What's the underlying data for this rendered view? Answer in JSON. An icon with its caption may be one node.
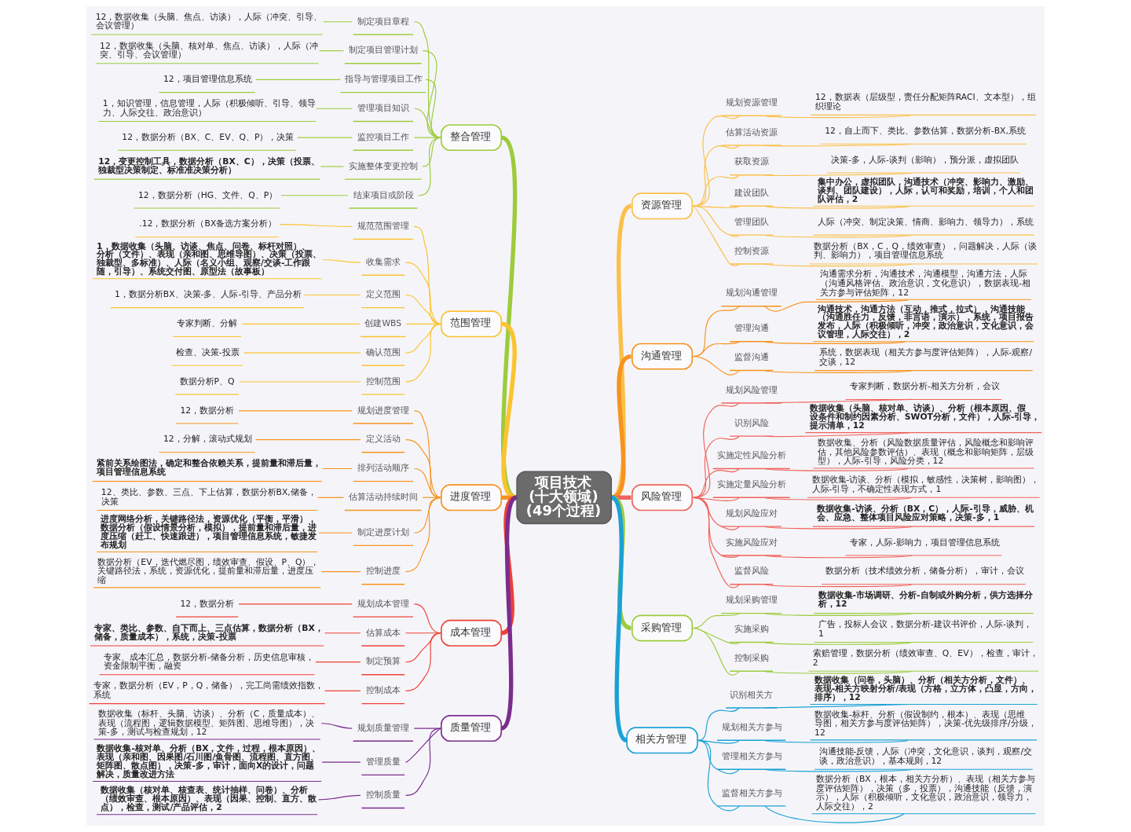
{
  "diagram": {
    "nodes": [
      {
        "text": [
          "项目技术(十大领域)(49个过程)"
        ]
      },
      {
        "text": [
          "整合管理"
        ]
      },
      {
        "text": [
          "制定项目章程"
        ]
      },
      {
        "text": [
          "12，数据收集（头脑、焦点、访谈），人际（冲突、引导、会议管理）"
        ]
      },
      {
        "text": [
          "制定项目管理计划"
        ]
      },
      {
        "text": [
          "12，数据收集（头脑、核对单、焦点、访谈），人际（冲突、引导、会议管理）"
        ]
      },
      {
        "text": [
          "指导与管理项目工作"
        ]
      },
      {
        "text": [
          "12，项目管理信息系统"
        ]
      },
      {
        "text": [
          "管理项目知识"
        ]
      },
      {
        "text": [
          "1，知识管理，信息管理，人际（积极倾听、引导、领导力、人际交往、政治意识）"
        ]
      },
      {
        "text": [
          "监控项目工作"
        ]
      },
      {
        "text": [
          "12，数据分析（BX、C、EV、Q、P），决策"
        ]
      },
      {
        "text": [
          "实施整体变更控制"
        ]
      },
      {
        "text": [
          "12，变更控制工具，数据分析（BX、C），决策（投票、独裁型决策制定、标准准决策分析）"
        ]
      },
      {
        "text": [
          "结束项目或阶段"
        ]
      },
      {
        "text": [
          "12，数据分析（HG、文件、Q、P）"
        ]
      },
      {
        "text": [
          "范围管理"
        ]
      },
      {
        "text": [
          "规范范围管理"
        ]
      },
      {
        "text": [
          ".12，数据分析（BX备选方案分析）"
        ]
      },
      {
        "text": [
          "收集需求"
        ]
      },
      {
        "text": [
          "1，数据收集（头脑、访谈、焦点、问卷、标杆对照）、分析（文件）、表现（亲和图、思维导图）、决策（投票、独裁型、多标准）、人际（名义小组、观察/交谈-工作跟随，引导）、系统交付图、原型法（故事板）"
        ]
      },
      {
        "text": [
          "定义范围"
        ]
      },
      {
        "text": [
          "1，数据分析BX、决策-多、人际-引导、产品分析"
        ]
      },
      {
        "text": [
          "创建WBS"
        ]
      },
      {
        "text": [
          "专家判断、分解"
        ]
      },
      {
        "text": [
          "确认范围"
        ]
      },
      {
        "text": [
          "检查、决策-投票"
        ]
      },
      {
        "text": [
          "控制范围"
        ]
      },
      {
        "text": [
          "数据分析P、Q"
        ]
      },
      {
        "text": [
          "进度管理"
        ]
      },
      {
        "text": [
          "规划进度管理"
        ]
      },
      {
        "text": [
          "12，数据分析"
        ]
      },
      {
        "text": [
          "定义活动"
        ]
      },
      {
        "text": [
          "12，分解，滚动式规划"
        ]
      },
      {
        "text": [
          "排列活动顺序"
        ]
      },
      {
        "text": [
          "紧前关系绘图法，确定和整合依赖关系，提前量和滞后量，项目管理信息系统"
        ]
      },
      {
        "text": [
          "估算活动持续时间"
        ]
      },
      {
        "text": [
          "12、类比、参数、三点、下上估算，数据分析BX,储备，决策"
        ]
      },
      {
        "text": [
          "制定进度计划"
        ]
      },
      {
        "text": [
          "进度网络分析，关键路径法，资源优化（平衡，平滑），数据分析（假设情景分析，模拟），提前量和滞后量，进度压缩（赶工、快速跟进），项目管理信息系统，敏捷发布规划"
        ]
      },
      {
        "text": [
          "控制进度"
        ]
      },
      {
        "text": [
          "数据分析（EV，迭代燃尽图，绩效审查、假设、P、Q），关键路径法，系统，资源优化，提前量和滞后量，进度压缩"
        ]
      },
      {
        "text": [
          "成本管理"
        ]
      },
      {
        "text": [
          "规划成本管理"
        ]
      },
      {
        "text": [
          "12，数据分析"
        ]
      },
      {
        "text": [
          "估算成本"
        ]
      },
      {
        "text": [
          "专家、类比、参数、自下而上、三点估算，数据分析（BX，储备，质量成本），系统，决策-投票"
        ]
      },
      {
        "text": [
          "制定预算"
        ]
      },
      {
        "text": [
          "专家、成本汇总，数据分析-储备分析，历史信息审核，资金限制平衡，融资"
        ]
      },
      {
        "text": [
          "控制成本"
        ]
      },
      {
        "text": [
          "专家，数据分析（EV，P，Q，储备），完工尚需绩效指数，系统"
        ]
      },
      {
        "text": [
          "质量管理"
        ]
      },
      {
        "text": [
          "规划质量管理"
        ]
      },
      {
        "text": [
          "数据收集（标杆、头脑、访谈）、分析（C，质量成本）、表现（流程图，逻辑数据模型、矩阵图、思维导图），决策-多，测试与检查规划，12"
        ]
      },
      {
        "text": [
          "管理质量"
        ]
      },
      {
        "text": [
          "数据收集-核对单、分析（BX，文件，过程，根本原因）、表现（亲和图、因果图/石川图/鱼骨图、流程图、直方图、矩阵图、散点图），决策-多，审计，面向X的设计，问题解决，质量改进方法"
        ]
      },
      {
        "text": [
          "控制质量"
        ]
      },
      {
        "text": [
          "数据收集（核对单、核查表、统计抽样、问卷）、分析（绩效审查、根本原因）、表现（因果、控制、直方、散点），检查，测试/产品评估，2"
        ]
      },
      {
        "text": [
          "资源管理"
        ]
      },
      {
        "text": [
          "规划资源管理"
        ]
      },
      {
        "text": [
          "12，数据表（层级型，责任分配矩阵RACI、文本型），组织理论"
        ]
      },
      {
        "text": [
          "估算活动资源"
        ]
      },
      {
        "text": [
          "12，自上而下、类比、参数估算，数据分析-BX,系统"
        ]
      },
      {
        "text": [
          "获取资源"
        ]
      },
      {
        "text": [
          "决策-多，人际-谈判（影响），预分派，虚拟团队"
        ]
      },
      {
        "text": [
          "建设团队"
        ]
      },
      {
        "text": [
          "集中办公，虚拟团队，沟通技术（冲突、影响力、激励、谈判、团队建设），人际，认可和奖励，培训，个人和团队评估，2"
        ]
      },
      {
        "text": [
          "管理团队"
        ]
      },
      {
        "text": [
          "人际（冲突、制定决策、情商、影响力、领导力），系统"
        ]
      },
      {
        "text": [
          "控制资源"
        ]
      },
      {
        "text": [
          "数据分析（BX，C，Q，绩效审查），问题解决，人际（谈判、影响力），项目管理信息系统"
        ]
      },
      {
        "text": [
          "沟通管理"
        ]
      },
      {
        "text": [
          "规划沟通管理"
        ]
      },
      {
        "text": [
          "沟通需求分析，沟通技术，沟通模型，沟通方法，人际（沟通风格评估、政治意识，文化意识），数据表现-相关方参与评估矩阵，12"
        ]
      },
      {
        "text": [
          "管理沟通"
        ]
      },
      {
        "text": [
          "沟通技术，沟通方法（互动，推式，拉式），沟通技能（沟通胜任力，反馈，非言语，演示），系统，项目报告发布，人际（积极倾听，冲突，政治意识，文化意识，会议管理，人际交往），2"
        ]
      },
      {
        "text": [
          "监督沟通"
        ]
      },
      {
        "text": [
          "系统，数据表现（相关方参与度评估矩阵），人际-观察/交谈，12"
        ]
      },
      {
        "text": [
          "风险管理"
        ]
      },
      {
        "text": [
          "规划风险管理"
        ]
      },
      {
        "text": [
          "专家判断，数据分析-相关方分析，会议"
        ]
      },
      {
        "text": [
          "识别风险"
        ]
      },
      {
        "text": [
          "数据收集（头脑、核对单、访谈）、分析（根本原因、假设条件和制约因素分析、SWOT分析，文件），人际-引导，提示清单，12"
        ]
      },
      {
        "text": [
          "实施定性风险分析"
        ]
      },
      {
        "text": [
          "数据收集、分析（风险数据质量评估，风险概念和影响评估，其他风险参数评估）、表现（概念和影响矩阵，层级型），人际-引导，风险分类，12"
        ]
      },
      {
        "text": [
          "实施定量风险分析"
        ]
      },
      {
        "text": [
          "数据收集-访谈、分析（模拟，敏感性，决策树，影响图），人际-引导，不确定性表现方式，1"
        ]
      },
      {
        "text": [
          "规划风险应对"
        ]
      },
      {
        "text": [
          "数据收集-访谈、分析（BX，C），人际-引导，威胁、机会、应急、整体项目风险应对策略，决策-多，1"
        ]
      },
      {
        "text": [
          "实施风险应对"
        ]
      },
      {
        "text": [
          "专家，人际-影响力，项目管理信息系统"
        ]
      },
      {
        "text": [
          "监督风险"
        ]
      },
      {
        "text": [
          "数据分析（技术绩效分析，储备分析），审计，会议"
        ]
      },
      {
        "text": [
          "采购管理"
        ]
      },
      {
        "text": [
          "规划采购管理"
        ]
      },
      {
        "text": [
          "数据收集-市场调研、分析-自制或外购分析，供方选择分析，12"
        ]
      },
      {
        "text": [
          "实施采购"
        ]
      },
      {
        "text": [
          "广告，投标人会议，数据分析-建议书评价，人际-谈判，1"
        ]
      },
      {
        "text": [
          "控制采购"
        ]
      },
      {
        "text": [
          "索赔管理，数据分析（绩效审查、Q、EV），检查，审计，2"
        ]
      },
      {
        "text": [
          "相关方管理"
        ]
      },
      {
        "text": [
          "识别相关方"
        ]
      },
      {
        "text": [
          "数据收集（问卷，头脑）、分析（相关方分析，文件）、表现-相关方映射分析/表现（方格，立方体，凸显，方向，排序），12"
        ]
      },
      {
        "text": [
          "规划相关方参与"
        ]
      },
      {
        "text": [
          "数据收集-标杆、分析（假设制约，根本）、表现（思维导图，相关方参与度评估矩阵），决策-优先级排序/分级，12"
        ]
      },
      {
        "text": [
          "管理相关方参与"
        ]
      },
      {
        "text": [
          "沟通技能-反馈，人际（冲突，文化意识，谈判，观察/交谈，政治意识），基本规则，12"
        ]
      },
      {
        "text": [
          "监督相关方参与"
        ]
      },
      {
        "text": [
          "数据分析（BX，根本，相关方分析）、表现（相关方参与度评估矩阵），决策（多，投票），沟通技能（反馈，演示），人际（积极倾听，文化意识，政治意识，领导力，人际交往），2"
        ]
      }
    ],
    "edges": [
      {
        "from": 0,
        "to": 1,
        "arrow": "none",
        "style": "thick",
        "color": "#9ccc3c"
      },
      {
        "from": 1,
        "to": 2,
        "arrow": "none",
        "color": "#9ccc3c"
      },
      {
        "from": 2,
        "to": 3,
        "arrow": "none",
        "color": "#9ccc3c"
      },
      {
        "from": 1,
        "to": 4,
        "arrow": "none",
        "color": "#9ccc3c"
      },
      {
        "from": 4,
        "to": 5,
        "arrow": "none",
        "color": "#9ccc3c"
      },
      {
        "from": 1,
        "to": 6,
        "arrow": "none",
        "color": "#9ccc3c"
      },
      {
        "from": 6,
        "to": 7,
        "arrow": "none",
        "color": "#9ccc3c"
      },
      {
        "from": 1,
        "to": 8,
        "arrow": "none",
        "color": "#9ccc3c"
      },
      {
        "from": 8,
        "to": 9,
        "arrow": "none",
        "color": "#9ccc3c"
      },
      {
        "from": 1,
        "to": 10,
        "arrow": "none",
        "color": "#9ccc3c"
      },
      {
        "from": 10,
        "to": 11,
        "arrow": "none",
        "color": "#9ccc3c"
      },
      {
        "from": 1,
        "to": 12,
        "arrow": "none",
        "color": "#9ccc3c"
      },
      {
        "from": 12,
        "to": 13,
        "arrow": "none",
        "color": "#9ccc3c"
      },
      {
        "from": 1,
        "to": 14,
        "arrow": "none",
        "color": "#9ccc3c"
      },
      {
        "from": 14,
        "to": 15,
        "arrow": "none",
        "color": "#9ccc3c"
      },
      {
        "from": 0,
        "to": 16,
        "arrow": "none",
        "style": "thick",
        "color": "#fcc330"
      },
      {
        "from": 16,
        "to": 17,
        "arrow": "none",
        "color": "#fcc330"
      },
      {
        "from": 17,
        "to": 18,
        "arrow": "none",
        "color": "#fcc330"
      },
      {
        "from": 16,
        "to": 19,
        "arrow": "none",
        "color": "#fcc330"
      },
      {
        "from": 19,
        "to": 20,
        "arrow": "none",
        "color": "#fcc330"
      },
      {
        "from": 16,
        "to": 21,
        "arrow": "none",
        "color": "#fcc330"
      },
      {
        "from": 21,
        "to": 22,
        "arrow": "none",
        "color": "#fcc330"
      },
      {
        "from": 16,
        "to": 23,
        "arrow": "none",
        "color": "#fcc330"
      },
      {
        "from": 23,
        "to": 24,
        "arrow": "none",
        "color": "#fcc330"
      },
      {
        "from": 16,
        "to": 25,
        "arrow": "none",
        "color": "#fcc330"
      },
      {
        "from": 25,
        "to": 26,
        "arrow": "none",
        "color": "#fcc330"
      },
      {
        "from": 16,
        "to": 27,
        "arrow": "none",
        "color": "#fcc330"
      },
      {
        "from": 27,
        "to": 28,
        "arrow": "none",
        "color": "#fcc330"
      },
      {
        "from": 0,
        "to": 29,
        "arrow": "none",
        "style": "thick",
        "color": "#f7931e"
      },
      {
        "from": 29,
        "to": 30,
        "arrow": "none",
        "color": "#f7931e"
      },
      {
        "from": 30,
        "to": 31,
        "arrow": "none",
        "color": "#f7931e"
      },
      {
        "from": 29,
        "to": 32,
        "arrow": "none",
        "color": "#f7931e"
      },
      {
        "from": 32,
        "to": 33,
        "arrow": "none",
        "color": "#f7931e"
      },
      {
        "from": 29,
        "to": 34,
        "arrow": "none",
        "color": "#f7931e"
      },
      {
        "from": 34,
        "to": 35,
        "arrow": "none",
        "color": "#f7931e"
      },
      {
        "from": 29,
        "to": 36,
        "arrow": "none",
        "color": "#f7931e"
      },
      {
        "from": 36,
        "to": 37,
        "arrow": "none",
        "color": "#f7931e"
      },
      {
        "from": 29,
        "to": 38,
        "arrow": "none",
        "color": "#f7931e"
      },
      {
        "from": 38,
        "to": 39,
        "arrow": "none",
        "color": "#f7931e"
      },
      {
        "from": 29,
        "to": 40,
        "arrow": "none",
        "color": "#f7931e"
      },
      {
        "from": 40,
        "to": 41,
        "arrow": "none",
        "color": "#f7931e"
      },
      {
        "from": 0,
        "to": 42,
        "arrow": "none",
        "style": "thick",
        "color": "#ef4136"
      },
      {
        "from": 42,
        "to": 43,
        "arrow": "none",
        "color": "#ef4136"
      },
      {
        "from": 43,
        "to": 44,
        "arrow": "none",
        "color": "#ef4136"
      },
      {
        "from": 42,
        "to": 45,
        "arrow": "none",
        "color": "#ef4136"
      },
      {
        "from": 45,
        "to": 46,
        "arrow": "none",
        "color": "#ef4136"
      },
      {
        "from": 42,
        "to": 47,
        "arrow": "none",
        "color": "#ef4136"
      },
      {
        "from": 47,
        "to": 48,
        "arrow": "none",
        "color": "#ef4136"
      },
      {
        "from": 42,
        "to": 49,
        "arrow": "none",
        "color": "#ef4136"
      },
      {
        "from": 49,
        "to": 50,
        "arrow": "none",
        "color": "#ef4136"
      },
      {
        "from": 0,
        "to": 51,
        "arrow": "none",
        "style": "thick",
        "color": "#7b2c8e"
      },
      {
        "from": 51,
        "to": 52,
        "arrow": "none",
        "color": "#7b2c8e"
      },
      {
        "from": 52,
        "to": 53,
        "arrow": "none",
        "color": "#7b2c8e"
      },
      {
        "from": 51,
        "to": 54,
        "arrow": "none",
        "color": "#7b2c8e"
      },
      {
        "from": 54,
        "to": 55,
        "arrow": "none",
        "color": "#7b2c8e"
      },
      {
        "from": 51,
        "to": 56,
        "arrow": "none",
        "color": "#7b2c8e"
      },
      {
        "from": 56,
        "to": 57,
        "arrow": "none",
        "color": "#7b2c8e"
      },
      {
        "from": 0,
        "to": 58,
        "arrow": "none",
        "style": "thick",
        "color": "#fbbf4a"
      },
      {
        "from": 58,
        "to": 59,
        "arrow": "none",
        "color": "#fbbf4a"
      },
      {
        "from": 59,
        "to": 60,
        "arrow": "none",
        "color": "#fbbf4a"
      },
      {
        "from": 58,
        "to": 61,
        "arrow": "none",
        "color": "#fbbf4a"
      },
      {
        "from": 61,
        "to": 62,
        "arrow": "none",
        "color": "#fbbf4a"
      },
      {
        "from": 58,
        "to": 63,
        "arrow": "none",
        "color": "#fbbf4a"
      },
      {
        "from": 63,
        "to": 64,
        "arrow": "none",
        "color": "#fbbf4a"
      },
      {
        "from": 58,
        "to": 65,
        "arrow": "none",
        "color": "#fbbf4a"
      },
      {
        "from": 65,
        "to": 66,
        "arrow": "none",
        "color": "#fbbf4a"
      },
      {
        "from": 58,
        "to": 67,
        "arrow": "none",
        "color": "#fbbf4a"
      },
      {
        "from": 67,
        "to": 68,
        "arrow": "none",
        "color": "#fbbf4a"
      },
      {
        "from": 58,
        "to": 69,
        "arrow": "none",
        "color": "#fbbf4a"
      },
      {
        "from": 69,
        "to": 70,
        "arrow": "none",
        "color": "#fbbf4a"
      },
      {
        "from": 0,
        "to": 71,
        "arrow": "none",
        "style": "thick",
        "color": "#f7931e"
      },
      {
        "from": 71,
        "to": 72,
        "arrow": "none",
        "color": "#f7931e"
      },
      {
        "from": 72,
        "to": 73,
        "arrow": "none",
        "color": "#f7931e"
      },
      {
        "from": 71,
        "to": 74,
        "arrow": "none",
        "color": "#f7931e"
      },
      {
        "from": 74,
        "to": 75,
        "arrow": "none",
        "color": "#f7931e"
      },
      {
        "from": 71,
        "to": 76,
        "arrow": "none",
        "color": "#f7931e"
      },
      {
        "from": 76,
        "to": 77,
        "arrow": "none",
        "color": "#f7931e"
      },
      {
        "from": 0,
        "to": 78,
        "arrow": "none",
        "style": "thick",
        "color": "#f0625a"
      },
      {
        "from": 78,
        "to": 79,
        "arrow": "none",
        "color": "#f0625a"
      },
      {
        "from": 79,
        "to": 80,
        "arrow": "none",
        "color": "#f0625a"
      },
      {
        "from": 78,
        "to": 81,
        "arrow": "none",
        "color": "#f0625a"
      },
      {
        "from": 81,
        "to": 82,
        "arrow": "none",
        "color": "#f0625a"
      },
      {
        "from": 78,
        "to": 83,
        "arrow": "none",
        "color": "#f0625a"
      },
      {
        "from": 83,
        "to": 84,
        "arrow": "none",
        "color": "#f0625a"
      },
      {
        "from": 78,
        "to": 85,
        "arrow": "none",
        "color": "#f0625a"
      },
      {
        "from": 85,
        "to": 86,
        "arrow": "none",
        "color": "#f0625a"
      },
      {
        "from": 78,
        "to": 87,
        "arrow": "none",
        "color": "#f0625a"
      },
      {
        "from": 87,
        "to": 88,
        "arrow": "none",
        "color": "#f0625a"
      },
      {
        "from": 78,
        "to": 89,
        "arrow": "none",
        "color": "#f0625a"
      },
      {
        "from": 89,
        "to": 90,
        "arrow": "none",
        "color": "#f0625a"
      },
      {
        "from": 78,
        "to": 91,
        "arrow": "none",
        "color": "#f0625a"
      },
      {
        "from": 91,
        "to": 92,
        "arrow": "none",
        "color": "#f0625a"
      },
      {
        "from": 0,
        "to": 93,
        "arrow": "none",
        "style": "thick",
        "color": "#9ccc3c"
      },
      {
        "from": 93,
        "to": 94,
        "arrow": "none",
        "color": "#9ccc3c"
      },
      {
        "from": 94,
        "to": 95,
        "arrow": "none",
        "color": "#9ccc3c"
      },
      {
        "from": 93,
        "to": 96,
        "arrow": "none",
        "color": "#9ccc3c"
      },
      {
        "from": 96,
        "to": 97,
        "arrow": "none",
        "color": "#9ccc3c"
      },
      {
        "from": 93,
        "to": 98,
        "arrow": "none",
        "color": "#9ccc3c"
      },
      {
        "from": 98,
        "to": 99,
        "arrow": "none",
        "color": "#9ccc3c"
      },
      {
        "from": 0,
        "to": 100,
        "arrow": "none",
        "style": "thick",
        "color": "#1ba1d4"
      },
      {
        "from": 100,
        "to": 101,
        "arrow": "none",
        "color": "#1ba1d4"
      },
      {
        "from": 101,
        "to": 102,
        "arrow": "none",
        "color": "#1ba1d4"
      },
      {
        "from": 100,
        "to": 103,
        "arrow": "none",
        "color": "#1ba1d4"
      },
      {
        "from": 103,
        "to": 104,
        "arrow": "none",
        "color": "#1ba1d4"
      },
      {
        "from": 100,
        "to": 105,
        "arrow": "none",
        "color": "#1ba1d4"
      },
      {
        "from": 105,
        "to": 106,
        "arrow": "none",
        "color": "#1ba1d4"
      },
      {
        "from": 100,
        "to": 107,
        "arrow": "none",
        "color": "#1ba1d4"
      },
      {
        "from": 107,
        "to": 108,
        "arrow": "none",
        "color": "#1ba1d4"
      }
    ]
  }
}
